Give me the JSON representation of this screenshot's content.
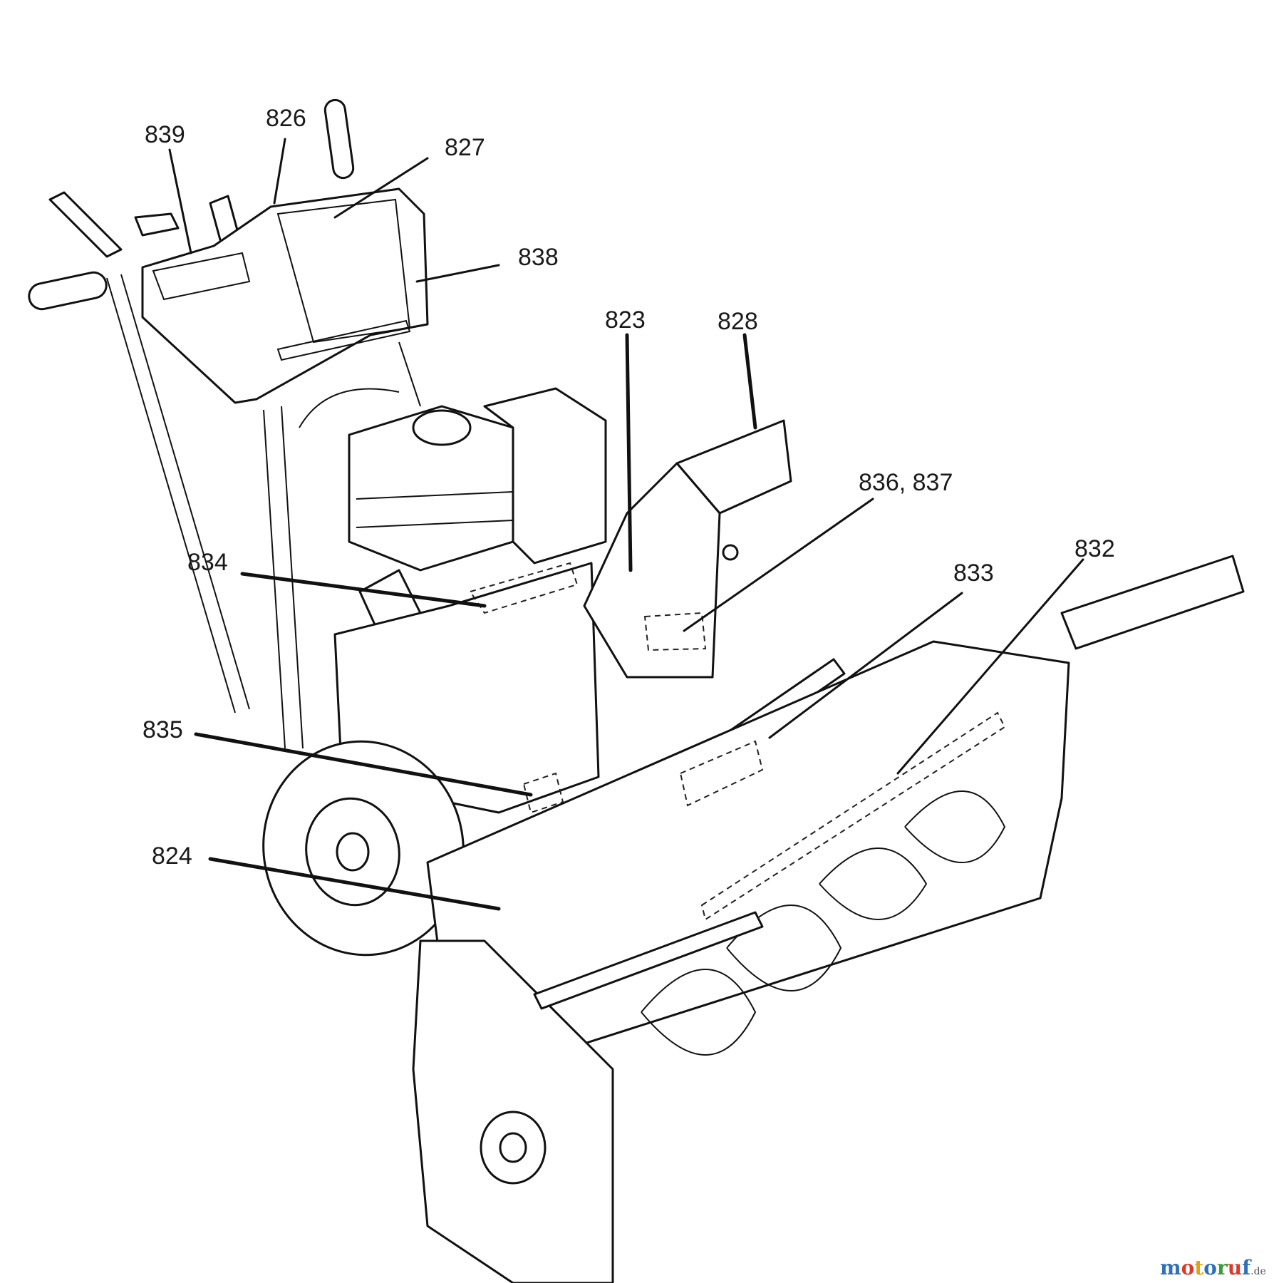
{
  "callouts": {
    "c839": "839",
    "c826": "826",
    "c827": "827",
    "c838": "838",
    "c823": "823",
    "c828": "828",
    "c836_837": "836, 837",
    "c834": "834",
    "c833": "833",
    "c832": "832",
    "c835": "835",
    "c824": "824"
  },
  "watermark": {
    "m": "m",
    "o1": "o",
    "t": "t",
    "o2": "o",
    "r": "r",
    "u": "u",
    "f": "f",
    "de": ".de"
  },
  "colors": {
    "m": "#2e6fb7",
    "o1": "#d93a2b",
    "t": "#e0a21a",
    "o2": "#2e6fb7",
    "r": "#3c9a3c",
    "u": "#d93a2b",
    "f": "#2e6fb7",
    "de": "#555555"
  }
}
